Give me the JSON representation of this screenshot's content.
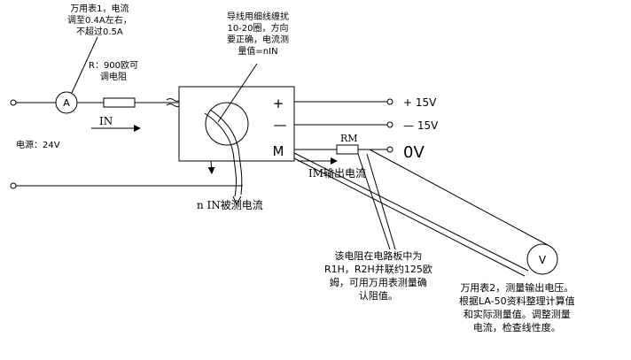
{
  "notes": {
    "ammeter1": "万用表1，电流\n调至0.4A左右，\n不超过0.5A",
    "resistor": "R：900欧可\n调电阻",
    "winding": "导线用细线缠扰\n10-20圈，方向\n要正确，电流测\n量值=nIN",
    "power": "电源：24V",
    "rm_note": "该电阻在电路板中为\nR1H，R2H并联约125欧\n姆，可用万用表测量确\n认阻值。",
    "voltmeter2": "万用表2，测量输出电压。\n根据LA-50资料整理计算值\n和实际测量值。调整测量\n电流，检查线性度。"
  },
  "labels": {
    "ammeter_symbol": "A",
    "voltmeter_symbol": "V",
    "in_current": "IN",
    "pin_plus": "+",
    "pin_minus": "—",
    "pin_m": "M",
    "plus15": "+ 15V",
    "minus15": "— 15V",
    "zero_v": "0V",
    "rm": "RM",
    "im_output": "IM输出电流",
    "n_in_measured": "n IN被测电流"
  }
}
